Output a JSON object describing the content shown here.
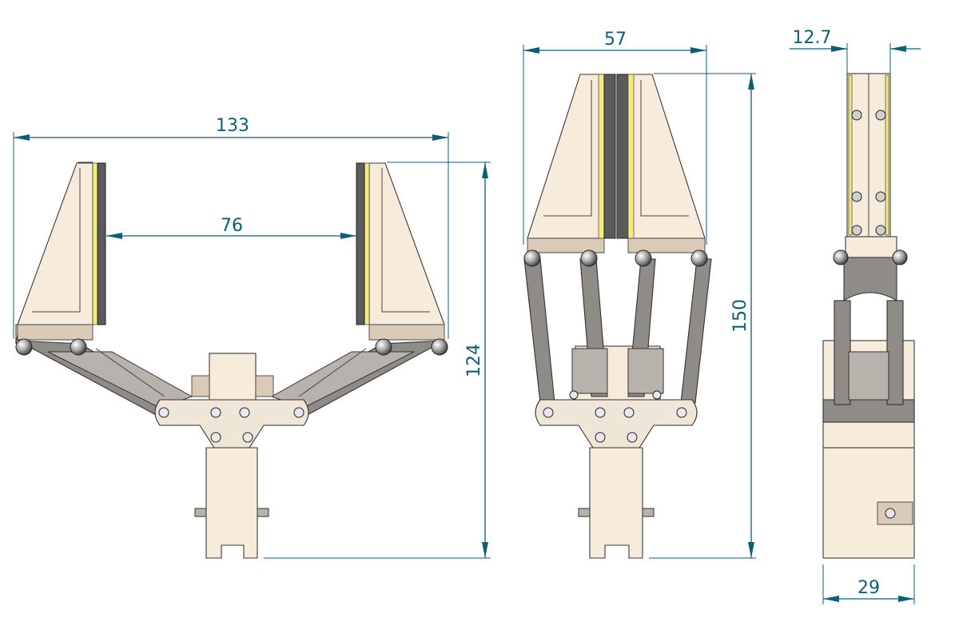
{
  "views": {
    "front_open": {
      "width_label": "133",
      "gap_label": "76",
      "height_label": "124"
    },
    "front_closed": {
      "width_label": "57",
      "height_label": "150"
    },
    "side": {
      "top_width_label": "12.7",
      "bottom_width_label": "29"
    }
  },
  "colors": {
    "dimension": "#0b5f76",
    "body": "#f7ecdb",
    "link": "#8f8b86",
    "pad_dark": "#5b5b5d",
    "pad_yellow": "#f3ec7a"
  }
}
